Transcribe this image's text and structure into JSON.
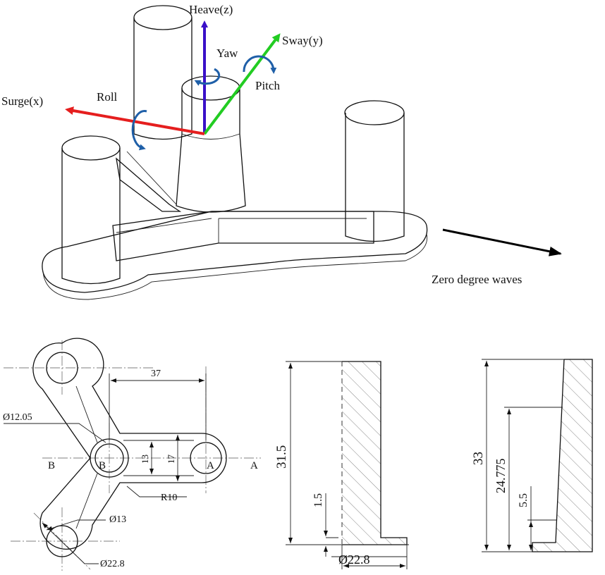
{
  "axes": {
    "heave": "Heave(z)",
    "sway": "Sway(y)",
    "surge": "Surge(x)",
    "yaw": "Yaw",
    "pitch": "Pitch",
    "roll": "Roll"
  },
  "waves_label": "Zero degree waves",
  "plan_view": {
    "dim_37": "37",
    "dim_12_05": "Ø12.05",
    "dim_13_inner": "13",
    "dim_17": "17",
    "dim_R10": "R10",
    "dim_13_dia": "Ø13",
    "dim_22_8": "Ø22.8",
    "label_B_left": "B",
    "label_B_center": "B",
    "label_A_center": "A",
    "label_A_right": "A"
  },
  "section_a": {
    "dim_31_5": "31.5",
    "dim_1_5": "1.5",
    "dim_22_8": "Ø22.8"
  },
  "section_b": {
    "dim_33": "33",
    "dim_24_775": "24.775",
    "dim_5_5": "5.5"
  },
  "colors": {
    "heave": "#3a10c8",
    "sway": "#22cc22",
    "surge": "#e51e1e",
    "rotation_arrows": "#1f5fa8",
    "waves_arrow": "#000000"
  }
}
